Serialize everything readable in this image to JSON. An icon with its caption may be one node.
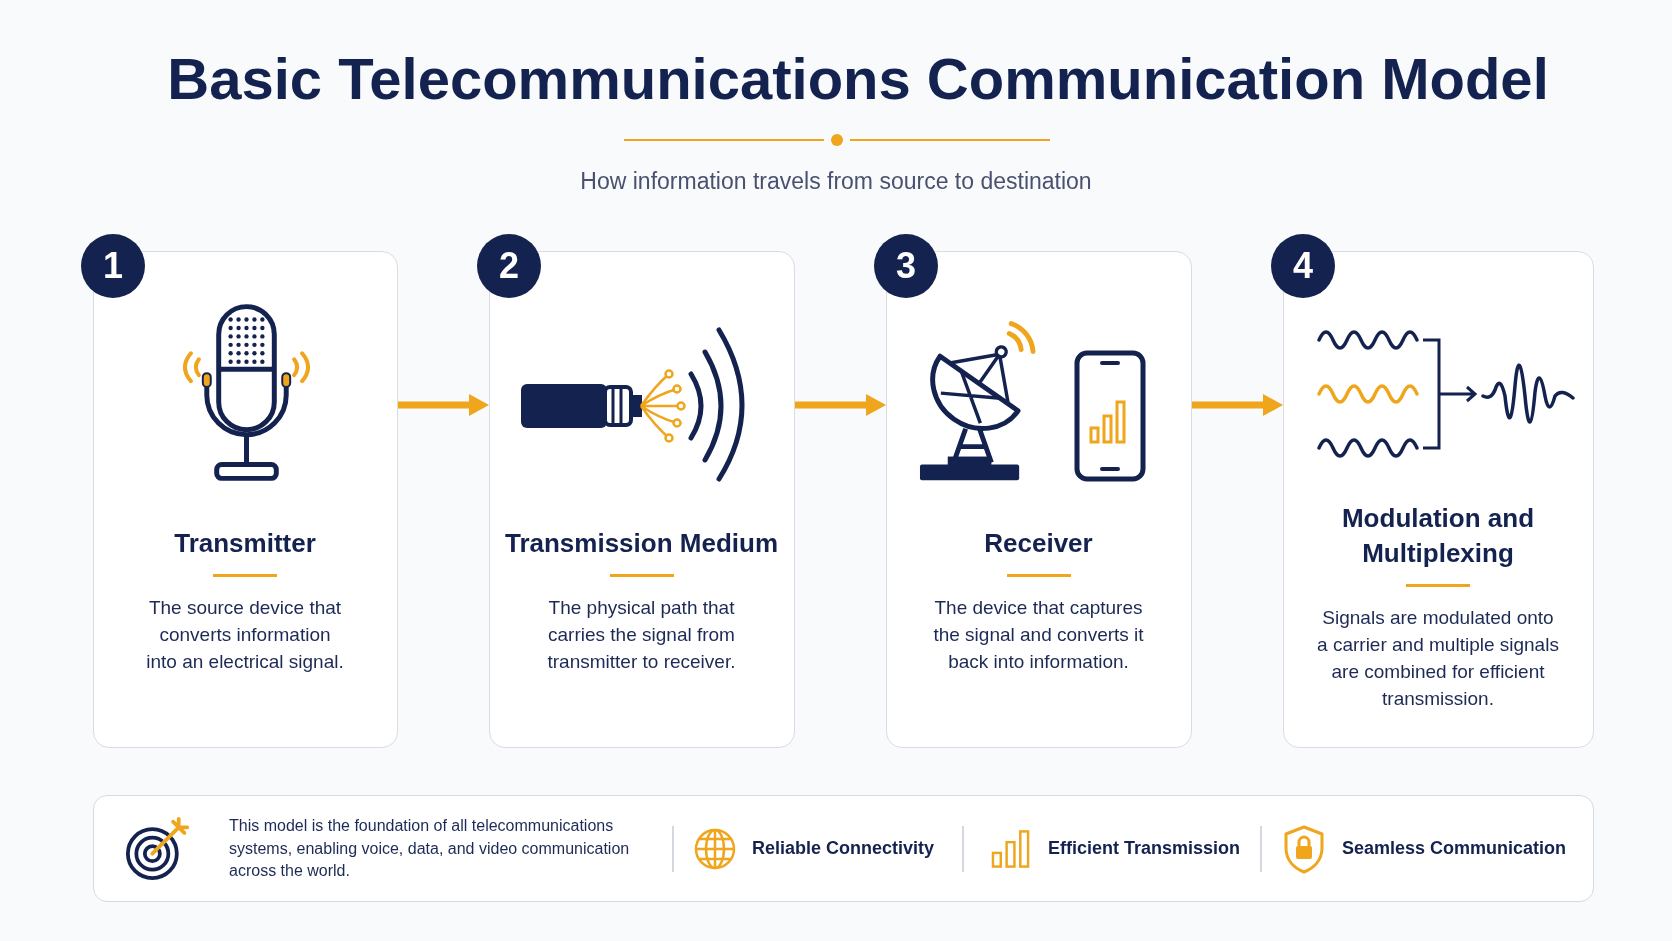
{
  "diagram": {
    "title": "Basic Telecommunications Communication Model",
    "nodes": [
      {
        "text": [
          "1",
          "Transmitter",
          "The source device that converts information into an electrical signal."
        ]
      },
      {
        "text": [
          "2",
          "Transmission Medium",
          "The physical path that carries the signal from transmitter to receiver."
        ]
      },
      {
        "text": [
          "3",
          "Receiver",
          "The device that captures the signal and converts it back into information."
        ]
      },
      {
        "text": [
          "4",
          "Modulation and Multiplexing",
          "Signals are modulated onto a carrier and multiple signals are combined for efficient transmission."
        ]
      },
      {
        "text": [
          "This model is the foundation of all telecommunications systems, enabling voice, data, and video communication across the world.",
          "Reliable Connectivity",
          "Efficient Transmission",
          "Seamless Communication"
        ]
      }
    ],
    "edges": [
      {
        "from": 0,
        "to": 1,
        "arrow": "to"
      },
      {
        "from": 1,
        "to": 2,
        "arrow": "to"
      },
      {
        "from": 2,
        "to": 3,
        "arrow": "to"
      }
    ],
    "labels": [
      "How information travels from source to destination"
    ]
  }
}
